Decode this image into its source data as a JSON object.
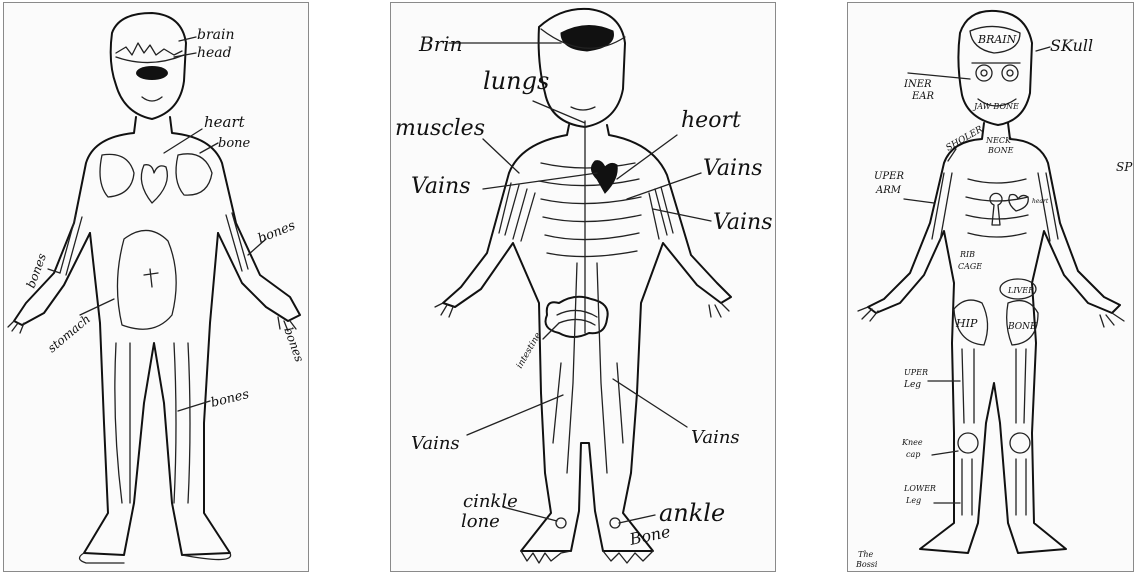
{
  "drawing1": {
    "labels": {
      "brain": "brain",
      "head": "head",
      "heart": "heart",
      "bone": "bone",
      "bones_right": "bones",
      "bones_left": "bones",
      "bones_hand": "bones",
      "stomach": "stomach",
      "bones_leg": "bones"
    }
  },
  "drawing2": {
    "labels": {
      "brin": "Brin",
      "lungs": "lungs",
      "muscles": "muscles",
      "heort": "heort",
      "vains_left": "Vains",
      "vains_right1": "Vains",
      "vains_right2": "Vains",
      "intestine": "intestine",
      "vains_low_left": "Vains",
      "vains_low_right": "Vains",
      "cinkle_1": "cinkle",
      "cinkle_2": "lone",
      "ankle": "ankle",
      "bone": "Bone"
    }
  },
  "drawing3": {
    "labels": {
      "brain": "BRAIN",
      "skull": "SKull",
      "inner_ear_1": "INER",
      "inner_ear_2": "EAR",
      "jaw_bone": "JAW BONE",
      "shoulder": "SHOLER",
      "neck_bone_1": "NECK",
      "neck_bone_2": "BONE",
      "upper_arm_1": "UPER",
      "upper_arm_2": "ARM",
      "heart": "heart",
      "rib_cage_1": "RIB",
      "rib_cage_2": "CAGE",
      "liver": "LIVER",
      "hip": "HIP",
      "bone": "BONE",
      "upper_leg_1": "UPER",
      "upper_leg_2": "Leg",
      "knee_cap_1": "Knee",
      "knee_cap_2": "cap",
      "lower_leg_1": "LOWER",
      "lower_leg_2": "Leg",
      "sp": "SP",
      "corner_1": "The",
      "corner_2": "Bossi"
    }
  }
}
